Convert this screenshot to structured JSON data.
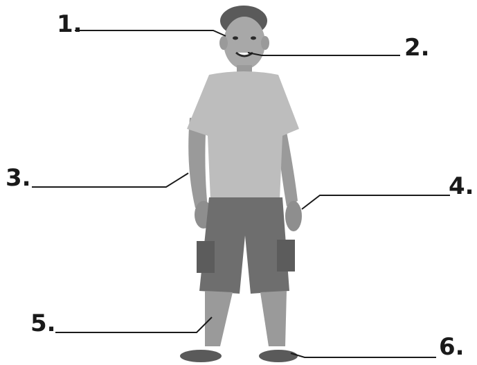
{
  "labels": [
    "1.",
    "2.",
    "3.",
    "4.",
    "5.",
    "6."
  ],
  "colors": {
    "ink": "#1a1a1a",
    "shirt": "#bdbdbd",
    "shorts": "#6e6e6e",
    "skin": "#9a9a9a",
    "hair": "#5a5a5a"
  }
}
